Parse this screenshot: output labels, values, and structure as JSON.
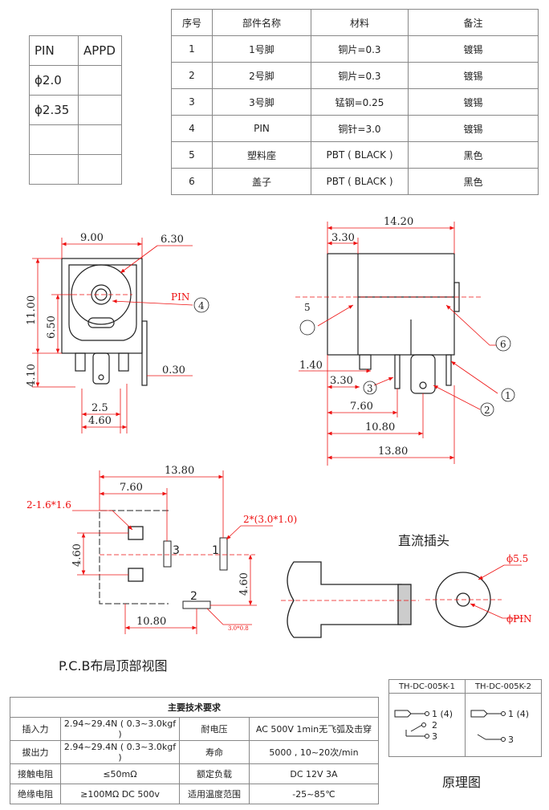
{
  "pin_table": {
    "headers": [
      "PIN",
      "APPD"
    ],
    "rows": [
      [
        "ϕ2.0",
        ""
      ],
      [
        "ϕ2.35",
        ""
      ],
      [
        "",
        ""
      ],
      [
        "",
        ""
      ]
    ]
  },
  "parts_table": {
    "headers": [
      "序号",
      "部件名称",
      "材料",
      "备注"
    ],
    "rows": [
      [
        "1",
        "1号脚",
        "铜片=0.3",
        "镀锡"
      ],
      [
        "2",
        "2号脚",
        "铜片=0.3",
        "镀锡"
      ],
      [
        "3",
        "3号脚",
        "锰钢=0.25",
        "镀锡"
      ],
      [
        "4",
        "PIN",
        "铜针=3.0",
        "镀锡"
      ],
      [
        "5",
        "塑料座",
        "PBT ( BLACK )",
        "黑色"
      ],
      [
        "6",
        "盖子",
        "PBT ( BLACK )",
        "黑色"
      ]
    ]
  },
  "front_view": {
    "width_top": "9.00",
    "dia": "6.30",
    "height_total": "11.00",
    "height_mid": "6.50",
    "height_low": "4.10",
    "thickness": "0.30",
    "pin_label": "PIN",
    "callout": "4",
    "spacing_a": "2.5",
    "spacing_b": "4.60"
  },
  "side_view": {
    "length": "14.20",
    "seg": "3.30",
    "d140": "1.40",
    "d330": "3.30",
    "d760": "7.60",
    "d1080": "10.80",
    "d1380": "13.80",
    "callouts": [
      "5",
      "6",
      "3",
      "1",
      "2"
    ]
  },
  "pcb": {
    "d1380": "13.80",
    "d760": "7.60",
    "hole_a": "2-1.6*1.6",
    "hole_b": "2*(3.0*1.0)",
    "d460_left": "4.60",
    "d460_right": "4.60",
    "d1080": "10.80",
    "small_note": "3.0*0.8",
    "pin_nums": [
      "3",
      "1",
      "2"
    ],
    "caption": "P.C.B布局顶部视图"
  },
  "plug": {
    "title": "直流插头",
    "dia_outer": "ϕ5.5",
    "dia_pin": "ϕPIN"
  },
  "spec_table": {
    "title": "主要技术要求",
    "rows": [
      [
        "插入力",
        "2.94~29.4N ( 0.3~3.0kgf )",
        "耐电压",
        "AC 500V 1min无飞弧及击穿"
      ],
      [
        "拔出力",
        "2.94~29.4N ( 0.3~3.0kgf )",
        "寿命",
        "5000 , 10~20次/min"
      ],
      [
        "接触电阻",
        "≤50mΩ",
        "额定负载",
        "DC 12V 3A"
      ],
      [
        "绝缘电阻",
        "≥100MΩ  DC 500v",
        "适用温度范围",
        "-25~85℃"
      ]
    ]
  },
  "schematic": {
    "headers": [
      "TH-DC-005K-1",
      "TH-DC-005K-2"
    ],
    "left_pins": [
      "1 (4)",
      "2",
      "3"
    ],
    "right_pins": [
      "1 (4)",
      "3"
    ],
    "caption": "原理图"
  },
  "colors": {
    "accent": "#e11",
    "line": "#222"
  }
}
